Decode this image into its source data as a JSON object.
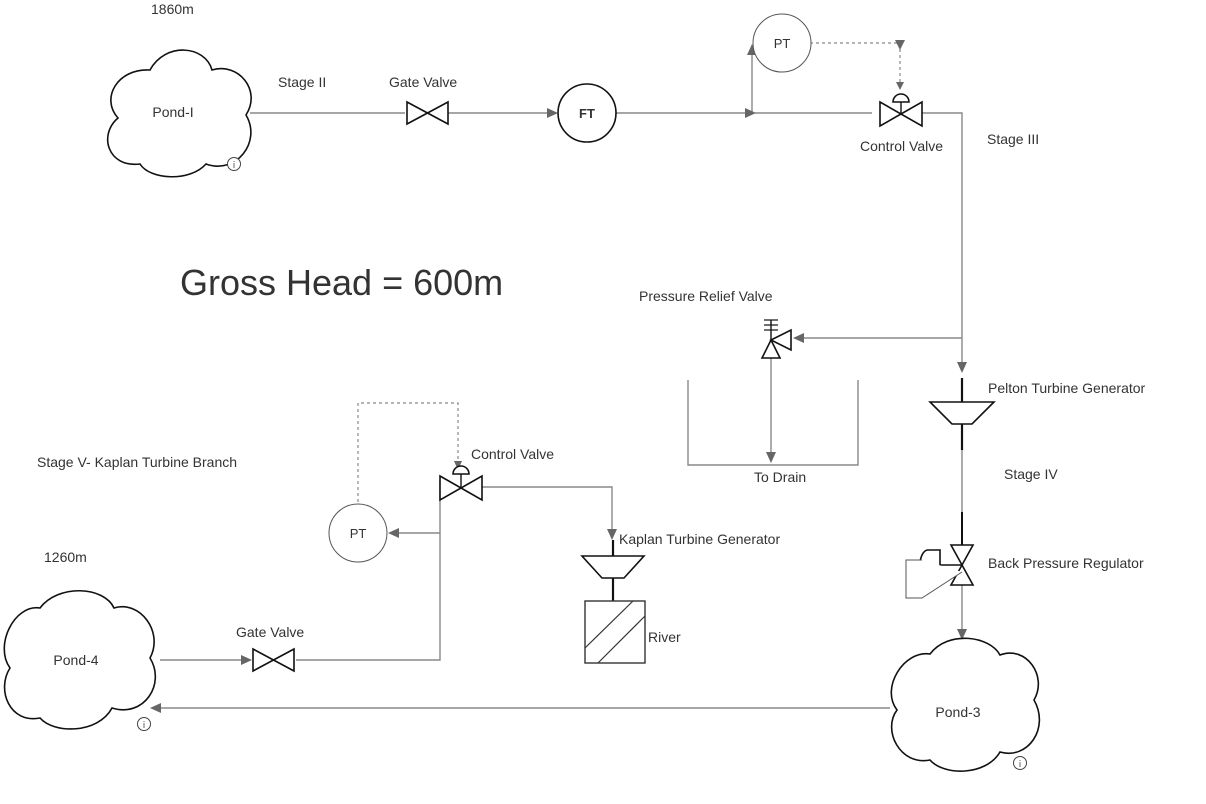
{
  "elevations": {
    "upper": "1860m",
    "lower": "1260m"
  },
  "headline": "Gross Head = 600m",
  "ponds": {
    "pond1": "Pond-I",
    "pond3": "Pond-3",
    "pond4": "Pond-4"
  },
  "stages": {
    "stage2": "Stage II",
    "stage3": "Stage III",
    "stage4": "Stage IV",
    "stage5": "Stage V- Kaplan Turbine Branch"
  },
  "instruments": {
    "ft": "FT",
    "pt_top": "PT",
    "pt_left": "PT"
  },
  "equipment": {
    "gate_valve_top": "Gate Valve",
    "control_valve_top": "Control Valve",
    "pressure_relief_valve": "Pressure Relief Valve",
    "to_drain": "To Drain",
    "pelton_turbine_generator": "Pelton Turbine Generator",
    "back_pressure_regulator": "Back Pressure Regulator",
    "control_valve_kaplan": "Control Valve",
    "kaplan_turbine_generator": "Kaplan Turbine Generator",
    "river": "River",
    "gate_valve_bottom": "Gate Valve"
  },
  "icons": {
    "info": "info-icon"
  }
}
